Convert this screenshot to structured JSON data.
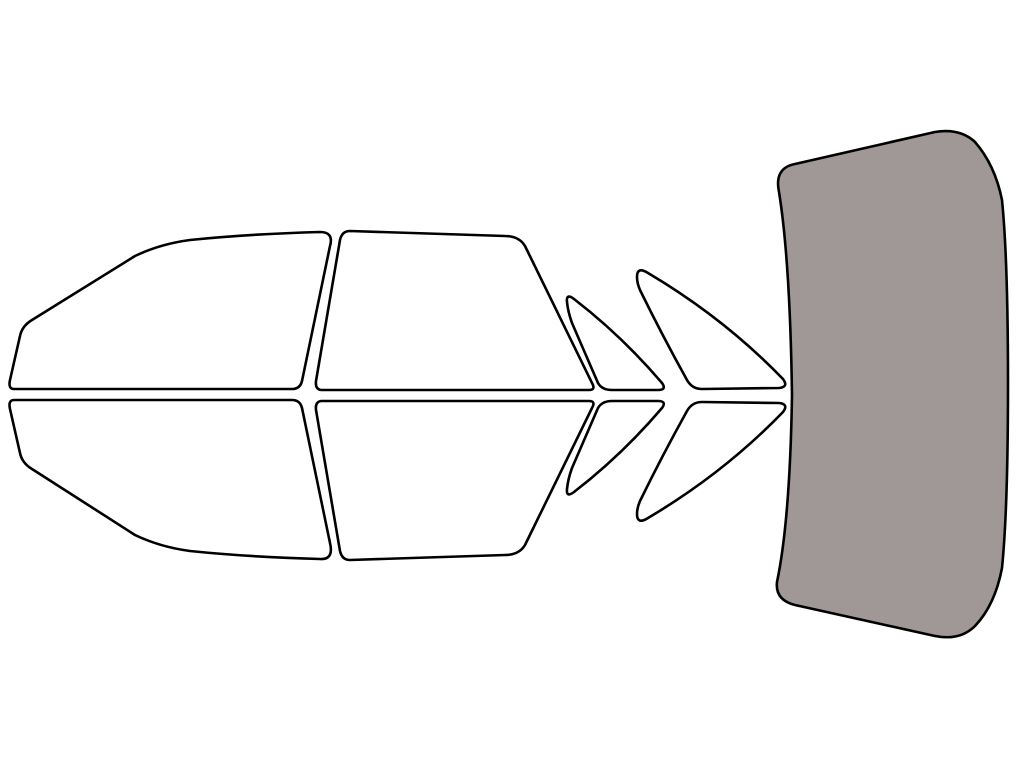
{
  "diagram": {
    "type": "window-tint-template",
    "colors": {
      "outline": "#000000",
      "unselected_fill": "#ffffff",
      "selected_fill": "#a09797",
      "background": "#ffffff"
    },
    "panes": [
      {
        "name": "front-door-window-top",
        "selected": false
      },
      {
        "name": "rear-door-window-top",
        "selected": false
      },
      {
        "name": "quarter-window-small-top",
        "selected": false
      },
      {
        "name": "quarter-window-large-top",
        "selected": false
      },
      {
        "name": "front-door-window-bottom",
        "selected": false
      },
      {
        "name": "rear-door-window-bottom",
        "selected": false
      },
      {
        "name": "quarter-window-small-bottom",
        "selected": false
      },
      {
        "name": "quarter-window-large-bottom",
        "selected": false
      },
      {
        "name": "rear-windshield",
        "selected": true
      }
    ]
  }
}
